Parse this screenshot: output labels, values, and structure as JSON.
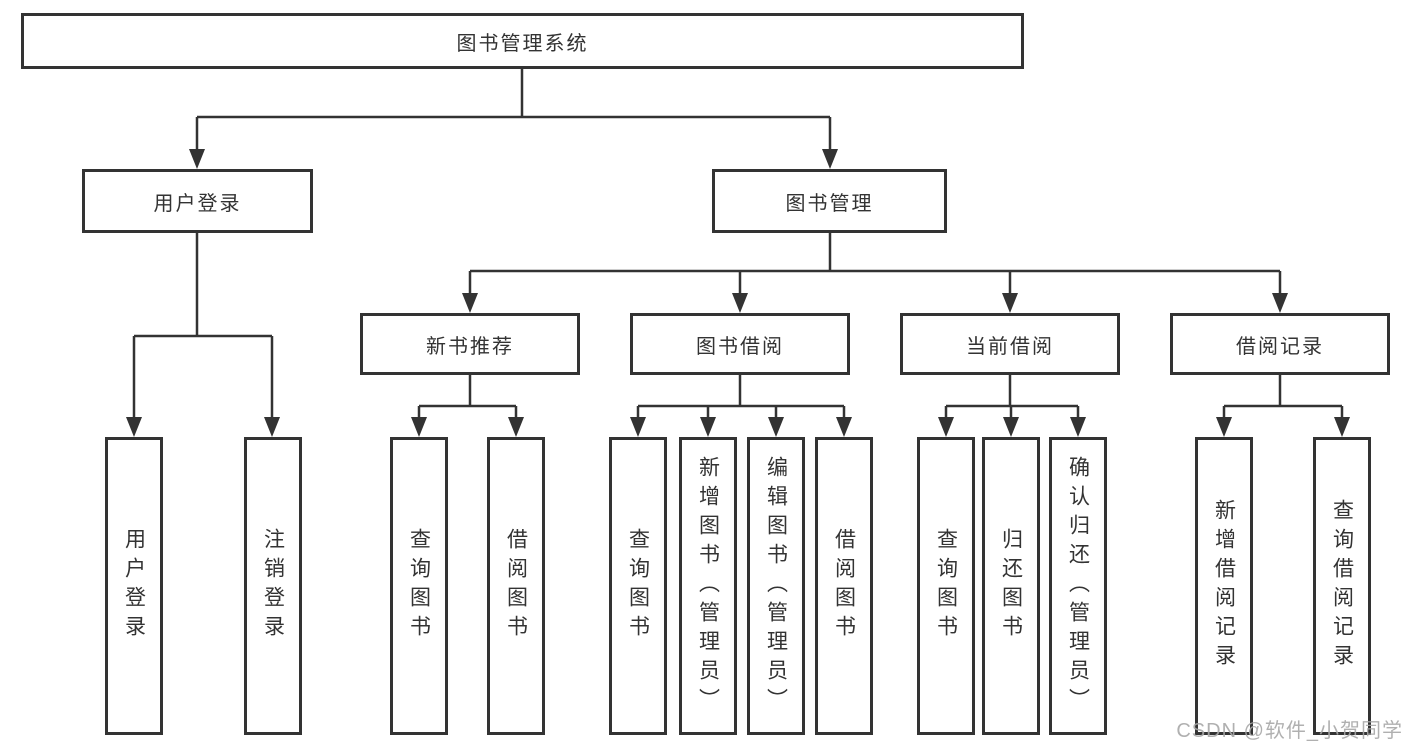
{
  "root": {
    "label": "图书管理系统"
  },
  "branches": {
    "user_login": {
      "label": "用户登录",
      "children": {
        "login": "用户登录",
        "logout": "注销登录"
      }
    },
    "book_mgmt": {
      "label": "图书管理",
      "sections": {
        "new_book_rec": {
          "label": "新书推荐",
          "children": {
            "query": "查询图书",
            "borrow": "借阅图书"
          }
        },
        "book_borrow": {
          "label": "图书借阅",
          "children": {
            "query": "查询图书",
            "add": "新增图书（管理员）",
            "edit": "编辑图书（管理员）",
            "borrow": "借阅图书"
          }
        },
        "current_borrow": {
          "label": "当前借阅",
          "children": {
            "query": "查询图书",
            "return": "归还图书",
            "confirm": "确认归还（管理员）"
          }
        },
        "borrow_records": {
          "label": "借阅记录",
          "children": {
            "add": "新增借阅记录",
            "query": "查询借阅记录"
          }
        }
      }
    }
  },
  "watermark": {
    "text": "CSDN @软件_小贺同学"
  },
  "colors": {
    "line": "#333333",
    "box_border": "#333333",
    "text": "#333333",
    "watermark_text": "#a8a8a8",
    "background": "#ffffff"
  }
}
